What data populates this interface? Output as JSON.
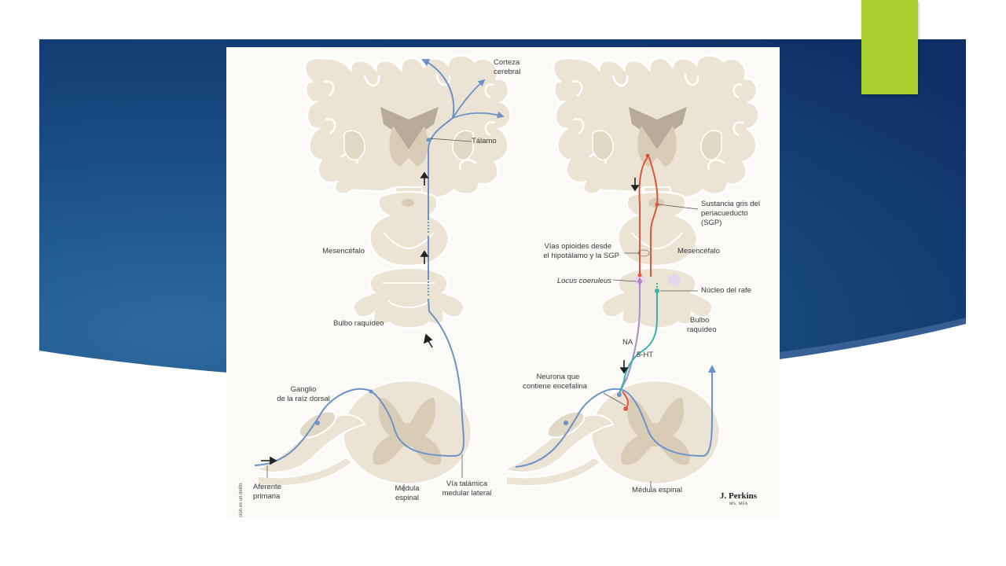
{
  "slide": {
    "background_colors": {
      "light": "#2d6b9e",
      "mid": "#1a4f86",
      "dark": "#0e2f66"
    },
    "accent_color": "#a8cf2e"
  },
  "figure": {
    "colors": {
      "tissue": "#ebe3d3",
      "tissue_outline": "#ffffff",
      "gray_matter": "#d9ccb6",
      "ventricle": "#b6aa98",
      "ascending_pathway": "#6b93c8",
      "opioid_pathway": "#e0543a",
      "na_pathway": "#a98bc8",
      "serotonin_pathway": "#35b3a8",
      "arrow": "#222222"
    },
    "left_panel": {
      "corteza_cerebral_1": "Corteza",
      "corteza_cerebral_2": "cerebral",
      "talamo": "Tálamo",
      "mesencefalo": "Mesencéfalo",
      "bulbo": "Bulbo raquídeo",
      "ganglio_1": "Ganglio",
      "ganglio_2": "de la raíz dorsal",
      "aferente_1": "Aferente",
      "aferente_2": "primaria",
      "medula_1": "Médula",
      "medula_2": "espinal",
      "via_1": "Vía talámica",
      "via_2": "medular lateral"
    },
    "right_panel": {
      "sgp_1": "Sustancia gris del",
      "sgp_2": "periacueducto",
      "sgp_3": "(SGP)",
      "vias_1": "Vías opioides desde",
      "vias_2": "el hipotálamo y la SGP",
      "mesencefalo": "Mesencéfalo",
      "locus": "Locus coeruleus",
      "rafe": "Núcleo del rafe",
      "bulbo_1": "Bulbo",
      "bulbo_2": "raquídeo",
      "na": "NA",
      "ht": "5-HT",
      "neurona_1": "Neurona que",
      "neurona_2": "contiene encefalina",
      "medula": "Médula espinal"
    },
    "signature": {
      "name": "J. Perkins",
      "degree": "MS, MFA"
    },
    "side_note": "ción es un delito."
  }
}
